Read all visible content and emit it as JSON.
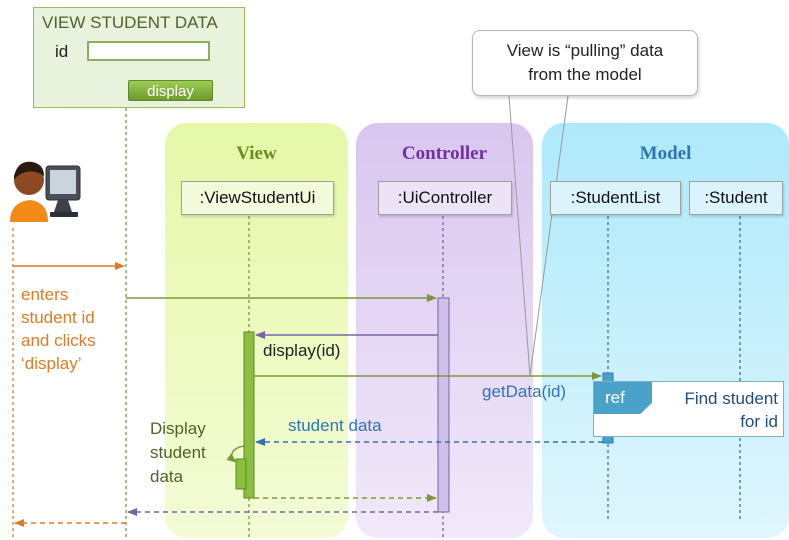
{
  "form": {
    "title": "VIEW STUDENT DATA",
    "id_label": "id",
    "id_value": "",
    "button_label": "display"
  },
  "callout": {
    "line1": "View is “pulling” data",
    "line2": "from the model"
  },
  "panels": {
    "view": "View",
    "controller": "Controller",
    "model": "Model"
  },
  "lifelines": {
    "view_ui": ":ViewStudentUi",
    "controller": ":UiController",
    "student_list": ":StudentList",
    "student": ":Student"
  },
  "actor_note": {
    "line1": "enters",
    "line2": "student id",
    "line3": "and clicks",
    "line4": "‘display’"
  },
  "messages": {
    "display": "display(id)",
    "get_data": "getData(id)",
    "student_data": "student data",
    "display_student_data_1": "Display",
    "display_student_data_2": "student",
    "display_student_data_3": "data"
  },
  "ref": {
    "tag": "ref",
    "line1": "Find student",
    "line2": "for id"
  },
  "colors": {
    "view_panel": "#e6f8a8",
    "controller_panel": "#d9c6ef",
    "model_panel": "#aee9fb",
    "green_arrow": "#7a9a3a",
    "purple_arrow": "#7a62a8",
    "blue_return": "#2e75b6",
    "actor_orange": "#e07a24"
  }
}
